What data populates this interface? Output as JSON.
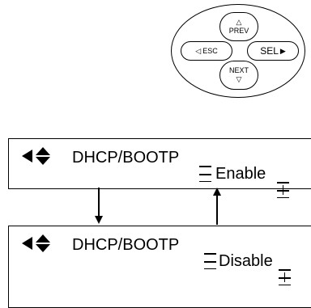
{
  "keypad": {
    "prev_label": "PREV",
    "next_label": "NEXT",
    "esc_label": "ESC",
    "sel_label": "SEL",
    "up_icon": "triangle-up-outline-icon",
    "down_icon": "triangle-down-outline-icon",
    "left_icon": "triangle-left-outline-icon",
    "right_icon": "triangle-right-filled-icon"
  },
  "panels": [
    {
      "title": "DHCP/BOOTP",
      "value": "Enable"
    },
    {
      "title": "DHCP/BOOTP",
      "value": "Disable"
    }
  ]
}
